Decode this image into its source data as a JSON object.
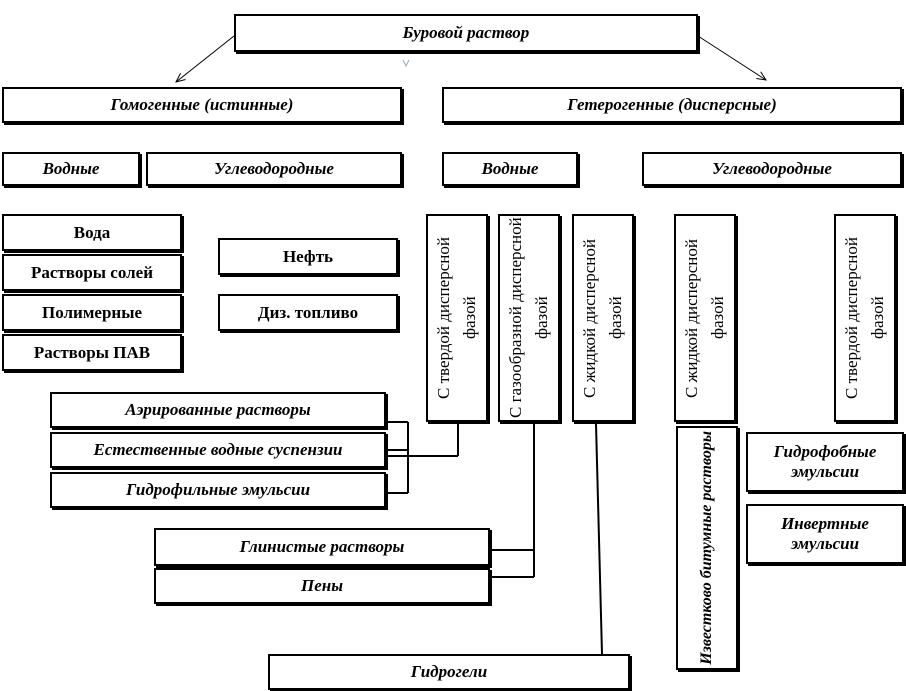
{
  "root": "Буровой раствор",
  "categories": {
    "homogeneous": "Гомогенные (истинные)",
    "heterogeneous": "Гетерогенные (дисперсные)"
  },
  "subcategories": {
    "hom_water": "Водные",
    "hom_hydrocarbon": "Углеводородные",
    "het_water": "Водные",
    "het_hydrocarbon": "Углеводородные"
  },
  "homogeneous_water_items": [
    "Вода",
    "Растворы солей",
    "Полимерные",
    "Растворы ПАВ"
  ],
  "homogeneous_hydrocarbon_items": [
    "Нефть",
    "Диз. топливо"
  ],
  "water_dispersed_phases": {
    "solid": "С твердой дисперсной фазой",
    "gas": "С газообразной дисперсной фазой",
    "liquid": "С жидкой дисперсной фазой"
  },
  "hydrocarbon_dispersed_phases": {
    "liquid": "С жидкой дисперсной фазой",
    "solid": "С твердой дисперсной фазой"
  },
  "solid_phase_items": [
    "Аэрированные растворы",
    "Естественные  водные суспензии",
    "Гидрофильные эмульсии"
  ],
  "gas_phase_items": [
    "Глинистые растворы",
    "Пены"
  ],
  "liquid_phase_items": [
    "Гидрогели"
  ],
  "hc_liquid_items": [
    "Известково битумные растворы"
  ],
  "hc_solid_items": [
    "Гидрофобные эмульсии",
    "Инвертные эмульсии"
  ]
}
